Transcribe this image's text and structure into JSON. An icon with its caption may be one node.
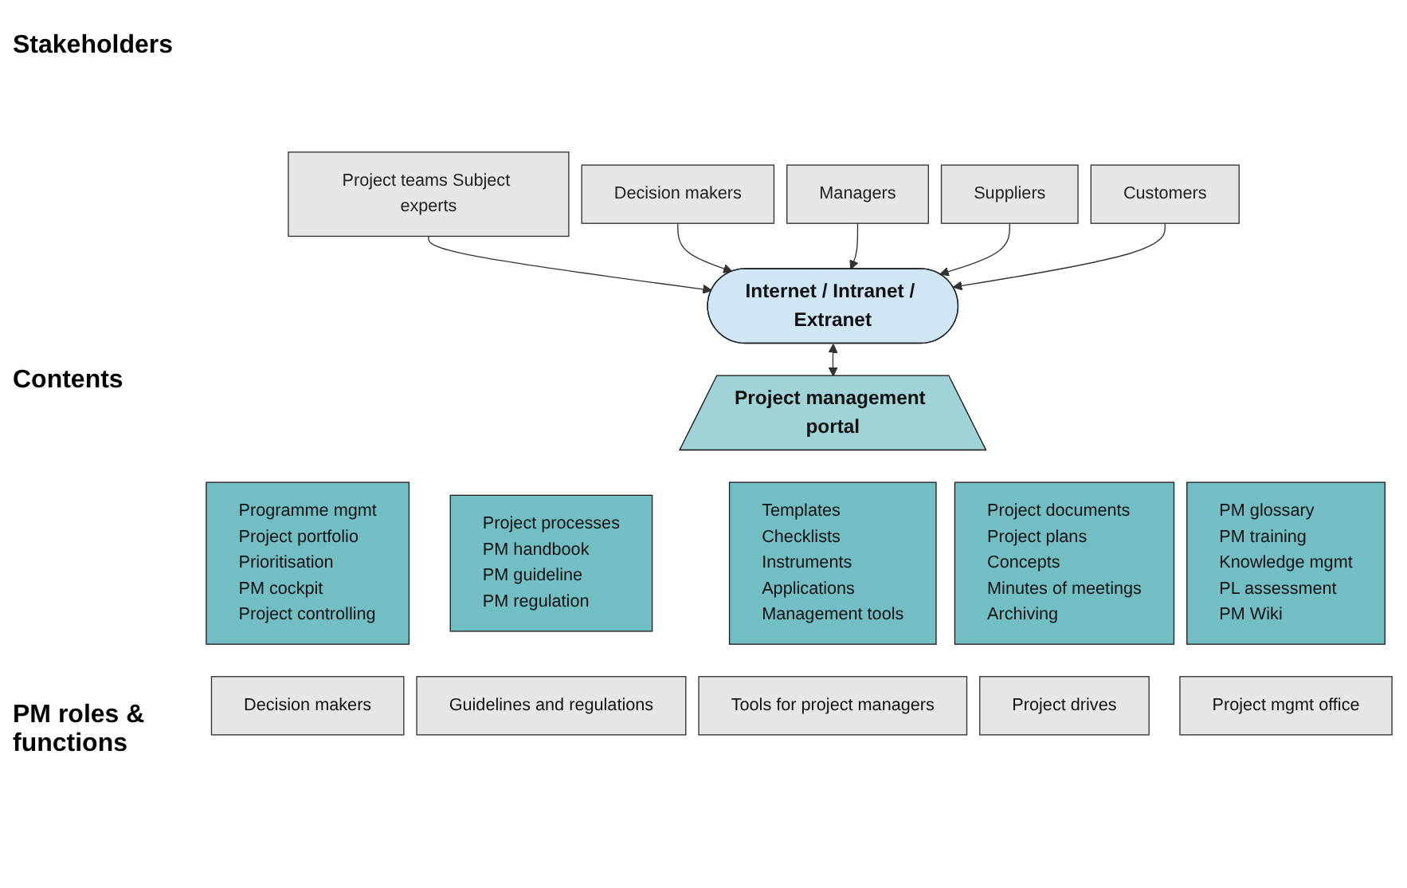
{
  "diagram": {
    "nodes": [
      {
        "text": [
          "Project teams Subject experts"
        ]
      },
      {
        "text": [
          "Decision makers"
        ]
      },
      {
        "text": [
          "Managers"
        ]
      },
      {
        "text": [
          "Suppliers"
        ]
      },
      {
        "text": [
          "Customers"
        ]
      },
      {
        "text": [
          "Internet / Intranet / Extranet"
        ]
      },
      {
        "text": [
          "Project management portal"
        ]
      },
      {
        "text": [
          "Programme mgmt",
          "Project portfolio",
          "Prioritisation",
          "PM cockpit",
          "Project controlling"
        ]
      },
      {
        "text": [
          "Project processes",
          "PM handbook",
          "PM guideline",
          "PM regulation"
        ]
      },
      {
        "text": [
          "Templates",
          "Checklists",
          "Instruments",
          "Applications",
          "Management tools"
        ]
      },
      {
        "text": [
          "Project documents",
          "Project plans",
          "Concepts",
          "Minutes of meetings",
          "Archiving"
        ]
      },
      {
        "text": [
          "PM glossary",
          "PM training",
          "Knowledge mgmt",
          "PL assessment",
          "PM Wiki"
        ]
      },
      {
        "text": [
          "Decision makers"
        ]
      },
      {
        "text": [
          "Guidelines and regulations"
        ]
      },
      {
        "text": [
          "Tools for project managers"
        ]
      },
      {
        "text": [
          "Project drives"
        ]
      },
      {
        "text": [
          "Project mgmt office"
        ]
      }
    ],
    "edges": [
      {
        "from": 0,
        "to": 5,
        "arrow": "to"
      },
      {
        "from": 1,
        "to": 5,
        "arrow": "to"
      },
      {
        "from": 2,
        "to": 5,
        "arrow": "to"
      },
      {
        "from": 3,
        "to": 5,
        "arrow": "to"
      },
      {
        "from": 4,
        "to": 5,
        "arrow": "to"
      },
      {
        "from": 5,
        "to": 6,
        "arrow": "both"
      }
    ],
    "labels": [
      "Stakeholders",
      "Contents",
      "PM roles & functions"
    ]
  }
}
